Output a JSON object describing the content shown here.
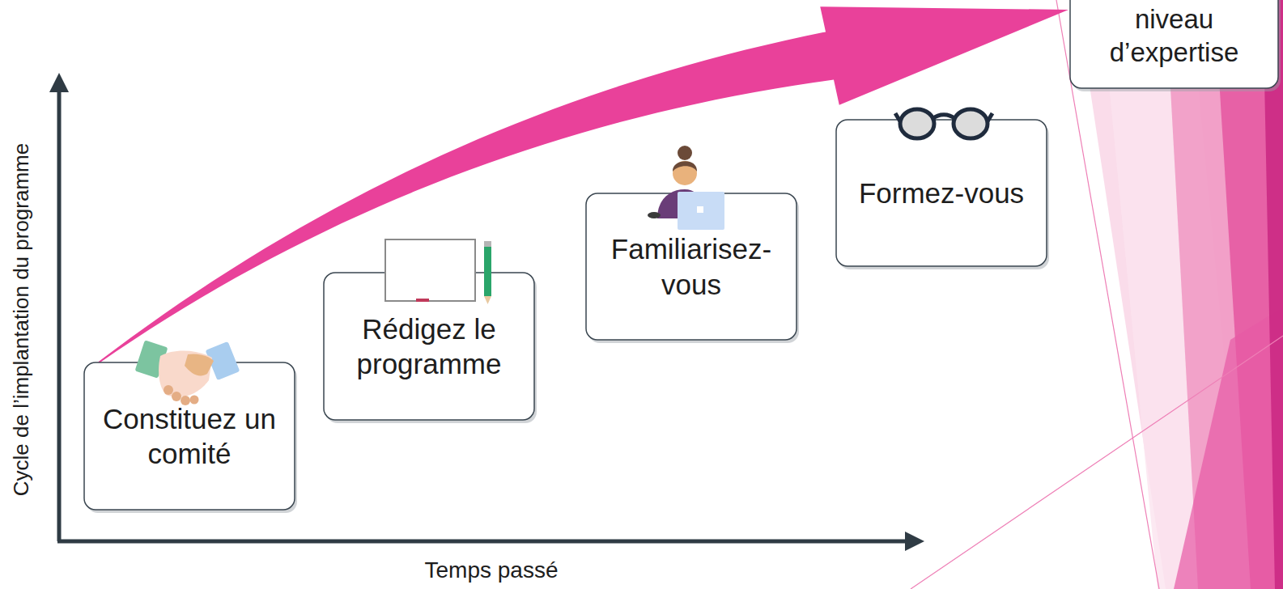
{
  "diagram": {
    "nodes": [
      {
        "text": [
          "Constituez un comité"
        ]
      },
      {
        "text": [
          "Rédigez le programme"
        ]
      },
      {
        "text": [
          "Familiarisez-vous"
        ]
      },
      {
        "text": [
          "Formez-vous"
        ]
      },
      {
        "text": [
          "niveau d’expertise"
        ]
      }
    ],
    "edges": [
      {
        "from": 0,
        "to": 4,
        "arrow": "to"
      }
    ],
    "labels": [
      "Cycle de l’implantation du programme",
      "Temps passé"
    ]
  }
}
